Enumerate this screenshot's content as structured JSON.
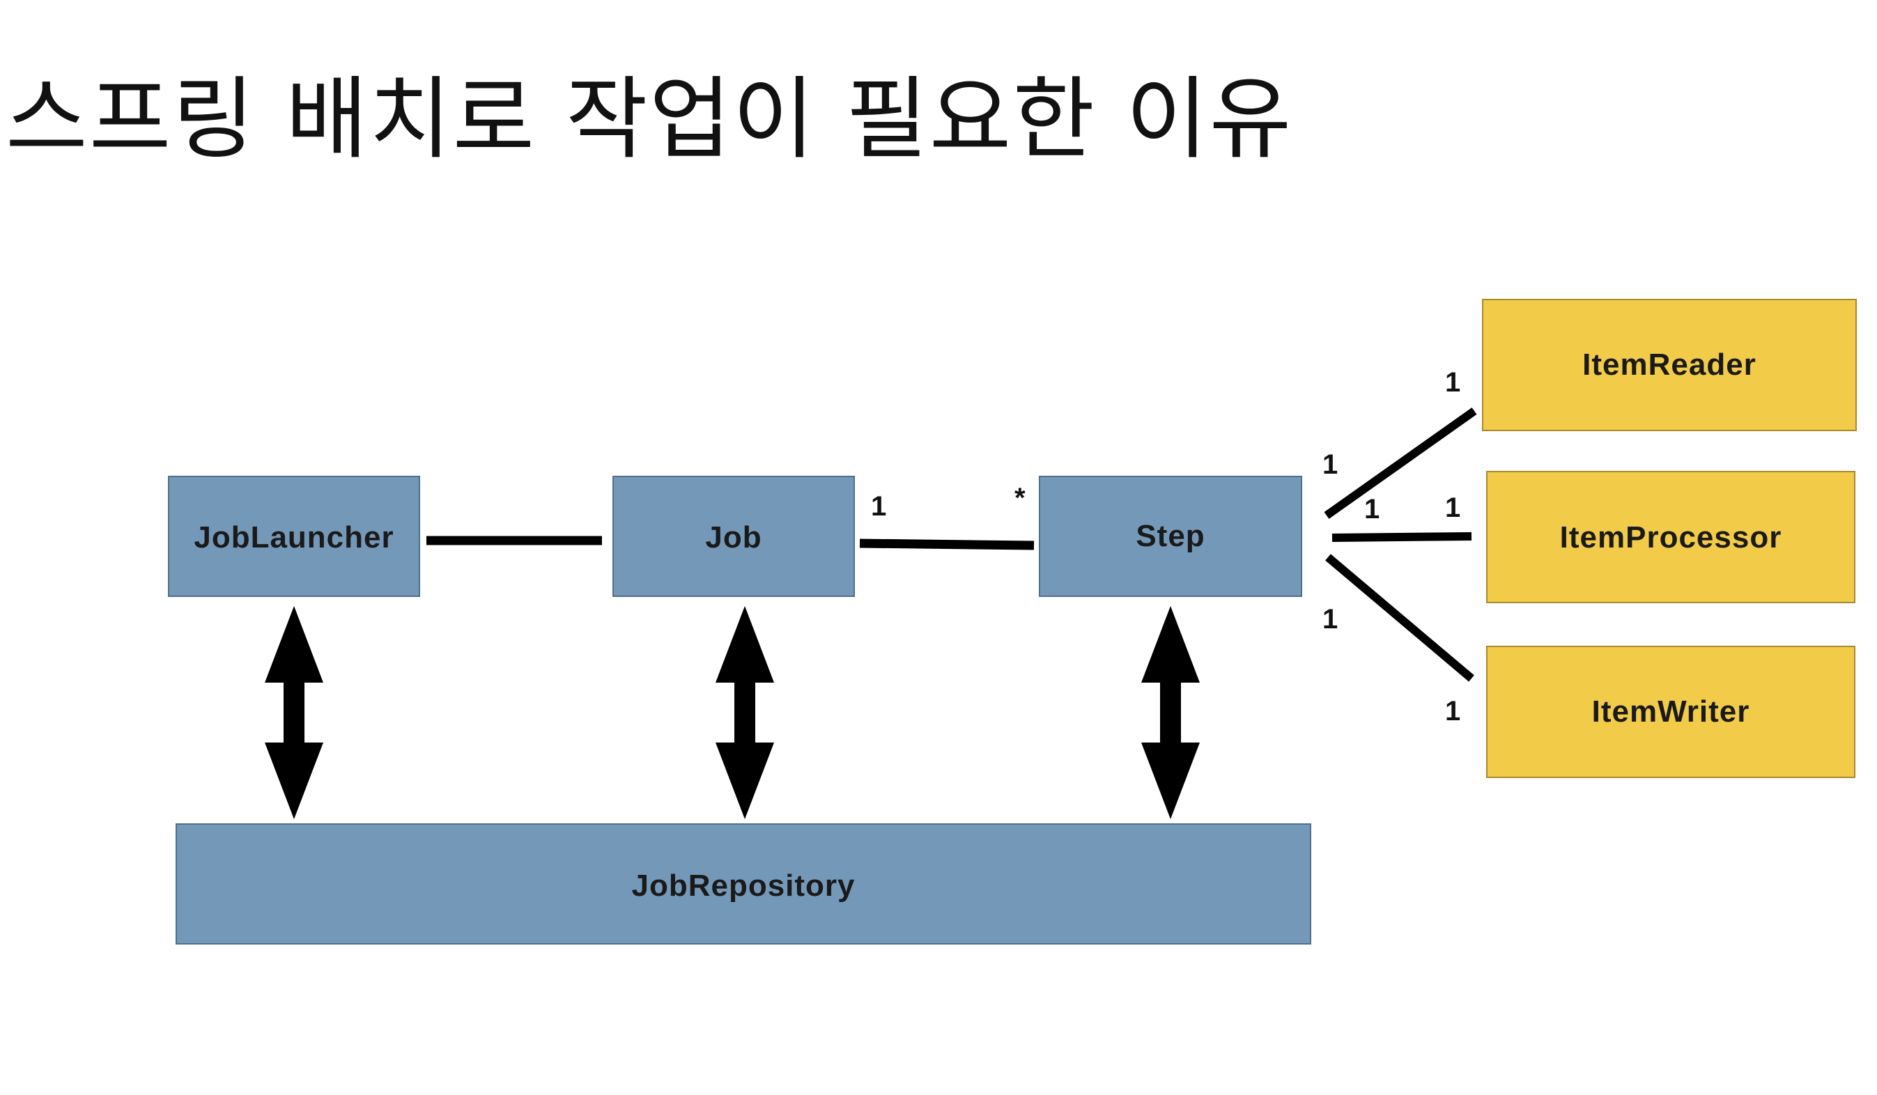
{
  "title": "스프링 배치로 작업이 필요한 이유",
  "colors": {
    "blue_box": "#7499B8",
    "yellow_box": "#F2CB48",
    "line": "#000000"
  },
  "boxes": {
    "job_launcher": "JobLauncher",
    "job": "Job",
    "step": "Step",
    "job_repository": "JobRepository",
    "item_reader": "ItemReader",
    "item_processor": "ItemProcessor",
    "item_writer": "ItemWriter"
  },
  "multiplicities": {
    "job_step_job_end": "1",
    "job_step_step_end": "*",
    "step_reader_step_end": "1",
    "step_reader_reader_end": "1",
    "step_processor_step_end": "1",
    "step_processor_processor_end": "1",
    "step_writer_step_end": "1",
    "step_writer_writer_end": "1"
  },
  "arrow_icons": [
    "double-arrow-icon",
    "double-arrow-icon",
    "double-arrow-icon"
  ]
}
